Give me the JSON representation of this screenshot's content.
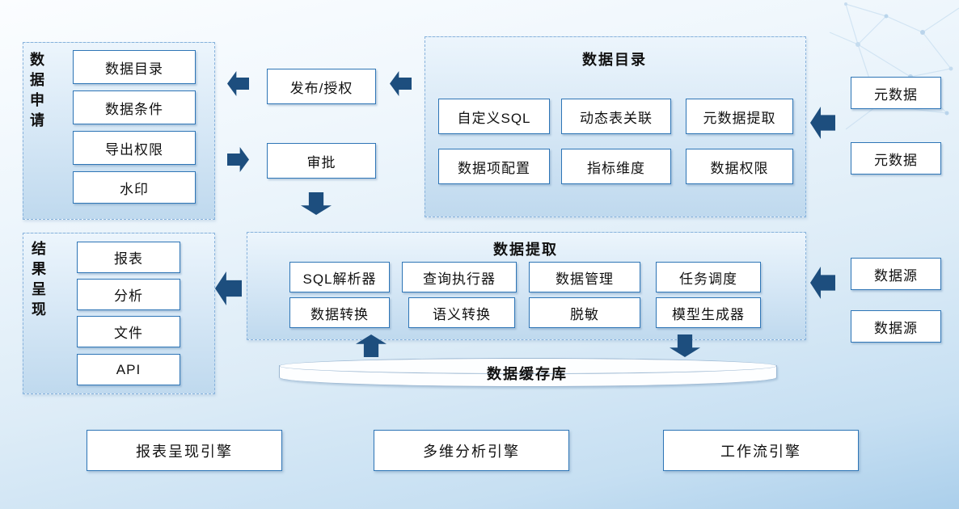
{
  "colors": {
    "arrow": "#1d4e7e",
    "box_border": "#2e75b6",
    "panel_border": "#87b2dc"
  },
  "panels": {
    "data_request": {
      "title": "数据申请",
      "items": [
        "数据目录",
        "数据条件",
        "导出权限",
        "水印"
      ]
    },
    "data_catalog": {
      "title": "数据目录",
      "items": [
        "自定义SQL",
        "动态表关联",
        "元数据提取",
        "数据项配置",
        "指标维度",
        "数据权限"
      ]
    },
    "data_extract": {
      "title": "数据提取",
      "items": [
        "SQL解析器",
        "查询执行器",
        "数据管理",
        "任务调度",
        "数据转换",
        "语义转换",
        "脱敏",
        "模型生成器"
      ]
    },
    "result_present": {
      "title": "结果呈现",
      "items": [
        "报表",
        "分析",
        "文件",
        "API"
      ]
    }
  },
  "process": {
    "publish": "发布/授权",
    "approval": "审批"
  },
  "external": {
    "metadata": [
      "元数据",
      "元数据"
    ],
    "datasource": [
      "数据源",
      "数据源"
    ]
  },
  "cache": {
    "label": "数据缓存库"
  },
  "engines": [
    "报表呈现引擎",
    "多维分析引擎",
    "工作流引擎"
  ]
}
